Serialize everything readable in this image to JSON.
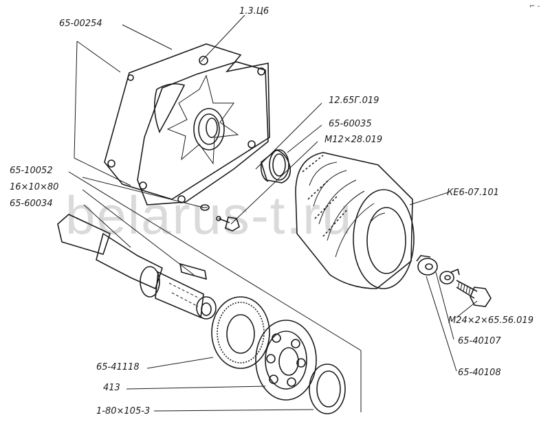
{
  "watermark": "belarus-t.ru",
  "corner_mark": "⌐ -",
  "labels": {
    "cover_plate": "65-00254",
    "gasket_top": "1.3.Ц6",
    "bushing": "12.65Г.019",
    "washer_top": "65-60035",
    "bolt_small": "М12×28.019",
    "shaft_part": "65-10052",
    "key": "16×10×80",
    "shaft": "65-60034",
    "clutch_pack": "КЕ6-07.101",
    "bolt_large": "М24×2×65.56.019",
    "lock_washer": "65-40107",
    "washer_bottom": "65-40108",
    "gear_ring": "65-41118",
    "bearing": "413",
    "ring": "1-80×105-3"
  },
  "icons": {
    "cover": "cover-plate-icon",
    "bushing": "bushing-icon",
    "clutch": "clutch-pack-icon",
    "shaft": "shaft-icon",
    "bearing": "bearing-icon"
  }
}
